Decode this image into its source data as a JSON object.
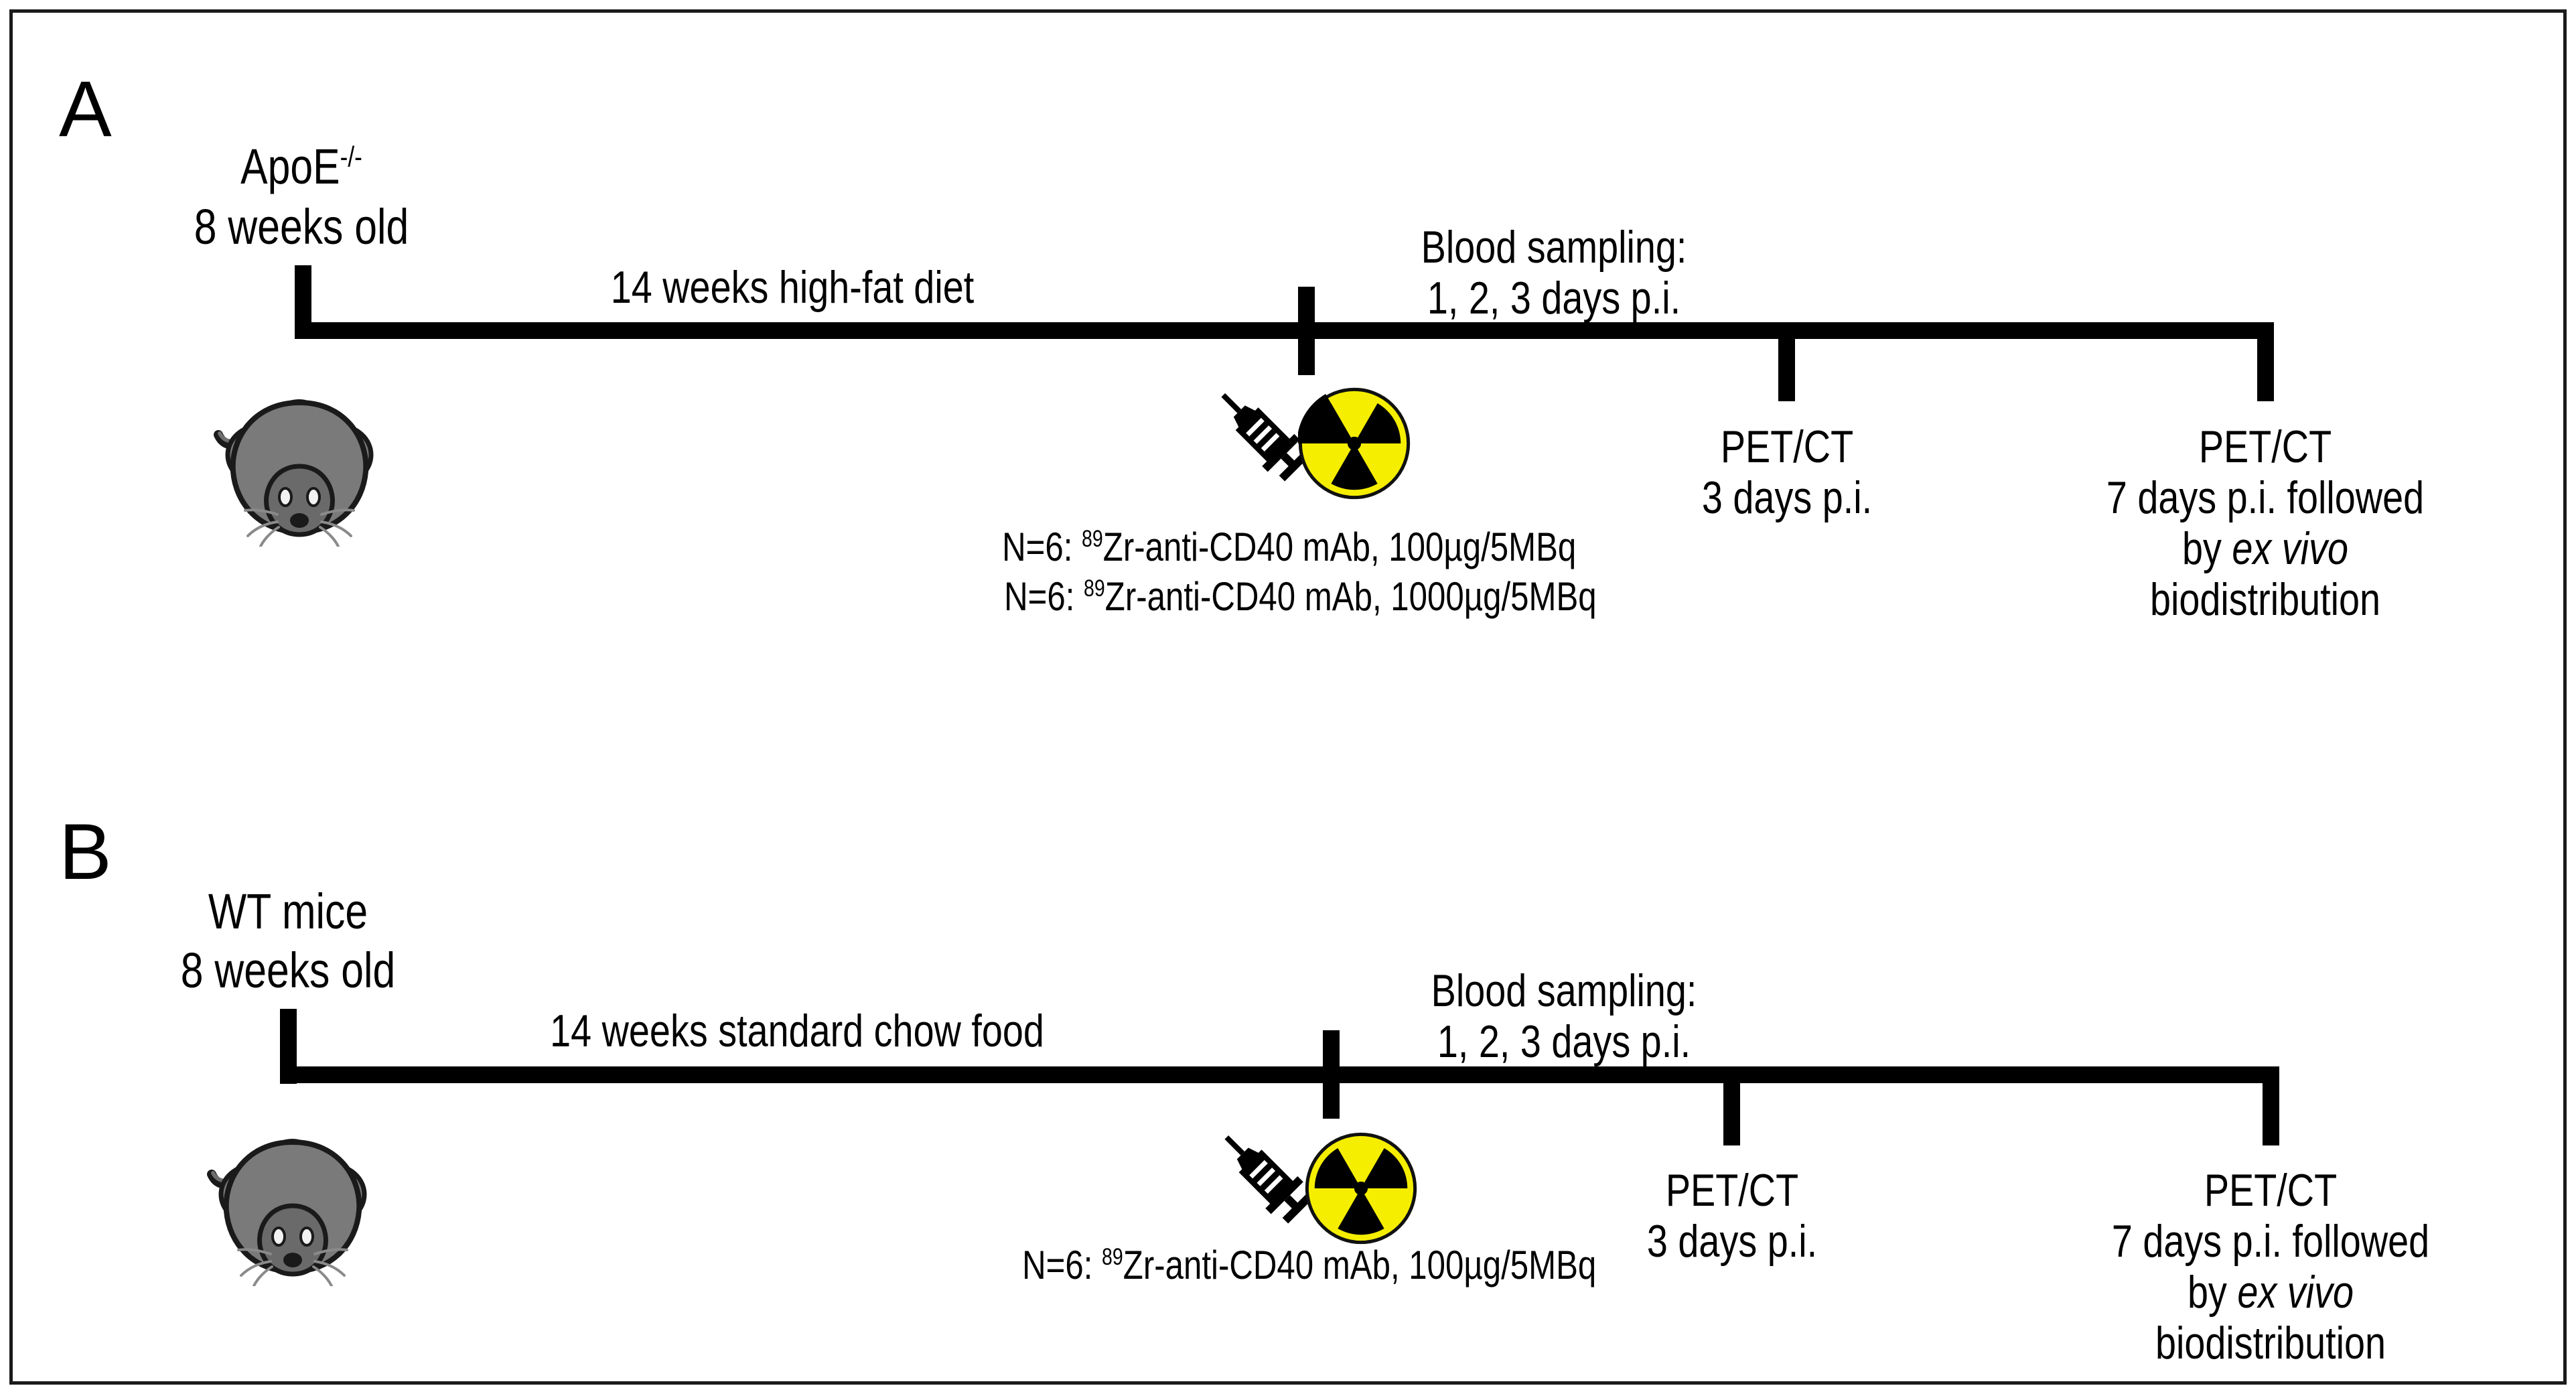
{
  "figure": {
    "background": "#ffffff",
    "border_color": "#1a1a1a",
    "mouse_body_color": "#7a7a7a",
    "mouse_outline_color": "#1a1a1a",
    "radioactive_yellow": "#f5ee00",
    "radioactive_black": "#000000"
  },
  "panels": [
    {
      "letter": "A",
      "strain_line1": "ApoE",
      "strain_superscript": "-/-",
      "strain_line2": "8 weeks old",
      "diet_label": "14 weeks high-fat diet",
      "blood_sampling_line1": "Blood sampling:",
      "blood_sampling_line2": "1, 2, 3 days p.i.",
      "dose_lines": [
        {
          "prefix": "N=6: ",
          "isotope": "89",
          "rest": "Zr-anti-CD40 mAb, 100µg/5MBq"
        },
        {
          "prefix": "N=6: ",
          "isotope": "89",
          "rest": "Zr-anti-CD40 mAb, 1000µg/5MBq"
        }
      ],
      "imaging": [
        {
          "title": "PET/CT",
          "lines": [
            "3 days p.i."
          ]
        },
        {
          "title": "PET/CT",
          "lines": [
            "7 days p.i. followed",
            "by ex vivo",
            "biodistribution"
          ],
          "italic_phrase": "ex vivo"
        }
      ],
      "icons": [
        "mouse-icon",
        "syringe-icon",
        "radioactive-icon"
      ]
    },
    {
      "letter": "B",
      "strain_line1": "WT mice",
      "strain_superscript": "",
      "strain_line2": "8 weeks old",
      "diet_label": "14 weeks standard chow food",
      "blood_sampling_line1": "Blood sampling:",
      "blood_sampling_line2": "1, 2, 3 days p.i.",
      "dose_lines": [
        {
          "prefix": "N=6: ",
          "isotope": "89",
          "rest": "Zr-anti-CD40 mAb, 100µg/5MBq"
        }
      ],
      "imaging": [
        {
          "title": "PET/CT",
          "lines": [
            "3 days p.i."
          ]
        },
        {
          "title": "PET/CT",
          "lines": [
            "7 days p.i. followed",
            "by ex vivo",
            "biodistribution"
          ],
          "italic_phrase": "ex vivo"
        }
      ],
      "icons": [
        "mouse-icon",
        "syringe-icon",
        "radioactive-icon"
      ]
    }
  ],
  "panel_a": {
    "letter": "A",
    "strain_name": "ApoE",
    "strain_sup": "-/-",
    "age": "8 weeks old",
    "diet": "14 weeks high-fat diet",
    "blood1": "Blood sampling:",
    "blood2": "1, 2, 3 days p.i.",
    "dose1_prefix": "N=6: ",
    "dose1_sup": "89",
    "dose1_rest": "Zr-anti-CD40 mAb, 100µg/5MBq",
    "dose2_prefix": "N=6: ",
    "dose2_sup": "89",
    "dose2_rest": "Zr-anti-CD40 mAb, 1000µg/5MBq",
    "pet1_title": "PET/CT",
    "pet1_line1": "3 days p.i.",
    "pet2_title": "PET/CT",
    "pet2_line1": "7 days p.i. followed",
    "pet2_line2_pre": "by ",
    "pet2_line2_ital": "ex vivo",
    "pet2_line3": "biodistribution"
  },
  "panel_b": {
    "letter": "B",
    "strain_name": "WT mice",
    "age": "8 weeks old",
    "diet": "14 weeks standard chow food",
    "blood1": "Blood sampling:",
    "blood2": "1, 2, 3 days p.i.",
    "dose1_prefix": "N=6: ",
    "dose1_sup": "89",
    "dose1_rest": "Zr-anti-CD40 mAb, 100µg/5MBq",
    "pet1_title": "PET/CT",
    "pet1_line1": "3 days p.i.",
    "pet2_title": "PET/CT",
    "pet2_line1": "7 days p.i. followed",
    "pet2_line2_pre": "by ",
    "pet2_line2_ital": "ex vivo",
    "pet2_line3": "biodistribution"
  }
}
